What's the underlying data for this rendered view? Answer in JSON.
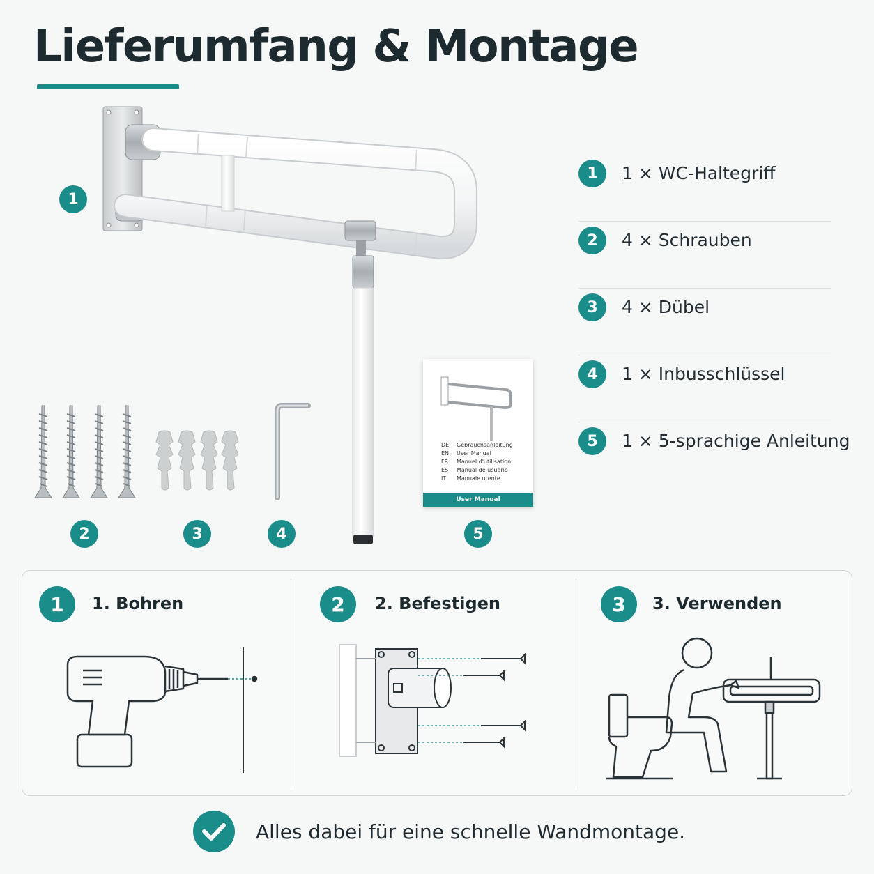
{
  "title": "Lieferumfang & Montage",
  "accent_color": "#1a8c8a",
  "contents": [
    {
      "num": "1",
      "label": "1 × WC-Haltegriff"
    },
    {
      "num": "2",
      "label": "4 × Schrauben"
    },
    {
      "num": "3",
      "label": "4 × Dübel"
    },
    {
      "num": "4",
      "label": "1 × Inbusschlüssel"
    },
    {
      "num": "5",
      "label": "1 × 5-sprachige Anleitung"
    }
  ],
  "item_markers": [
    "1",
    "2",
    "3",
    "4",
    "5"
  ],
  "manual": {
    "languages": [
      {
        "code": "DE",
        "title": "Gebrauchsanleitung"
      },
      {
        "code": "EN",
        "title": "User Manual"
      },
      {
        "code": "FR",
        "title": "Manuel d'utilisation"
      },
      {
        "code": "ES",
        "title": "Manual de usuario"
      },
      {
        "code": "IT",
        "title": "Manuale utente"
      }
    ],
    "footer_label": "User Manual"
  },
  "steps": [
    {
      "num": "1",
      "label": "1. Bohren",
      "icon": "drill-icon"
    },
    {
      "num": "2",
      "label": "2. Befestigen",
      "icon": "mounting-icon"
    },
    {
      "num": "3",
      "label": "3. Verwenden",
      "icon": "person-toilet-icon"
    }
  ],
  "footer_text": "Alles dabei für eine schnelle Wandmontage."
}
